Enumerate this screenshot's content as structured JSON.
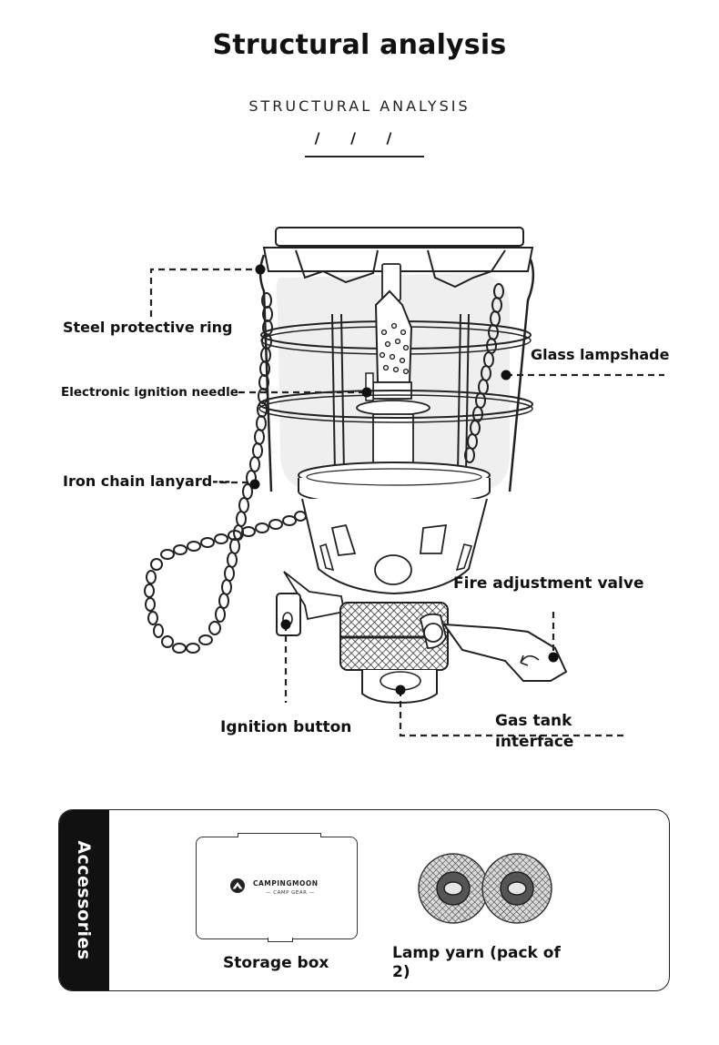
{
  "header": {
    "title": "Structural analysis",
    "subtitle": "STRUCTURAL ANALYSIS",
    "slashes": "/ / /"
  },
  "parts": {
    "steel_ring": "Steel protective ring",
    "glass_shade": "Glass lampshade",
    "ignition_needle": "Electronic ignition needle-",
    "chain": "Iron chain lanyard---",
    "valve": "Fire adjustment valve",
    "ignition_button": "Ignition button",
    "gas_interface": "Gas tank interface"
  },
  "accessories": {
    "heading": "Accessories",
    "box_label": "Storage box",
    "box_brand": "CAMPINGMOON",
    "box_brand_sub": "— CAMP GEAR —",
    "yarn_label": "Lamp yarn (pack of 2)"
  },
  "colors": {
    "ink": "#111111",
    "panel_tab": "#111111",
    "shade_fill": "#eeeeee"
  }
}
